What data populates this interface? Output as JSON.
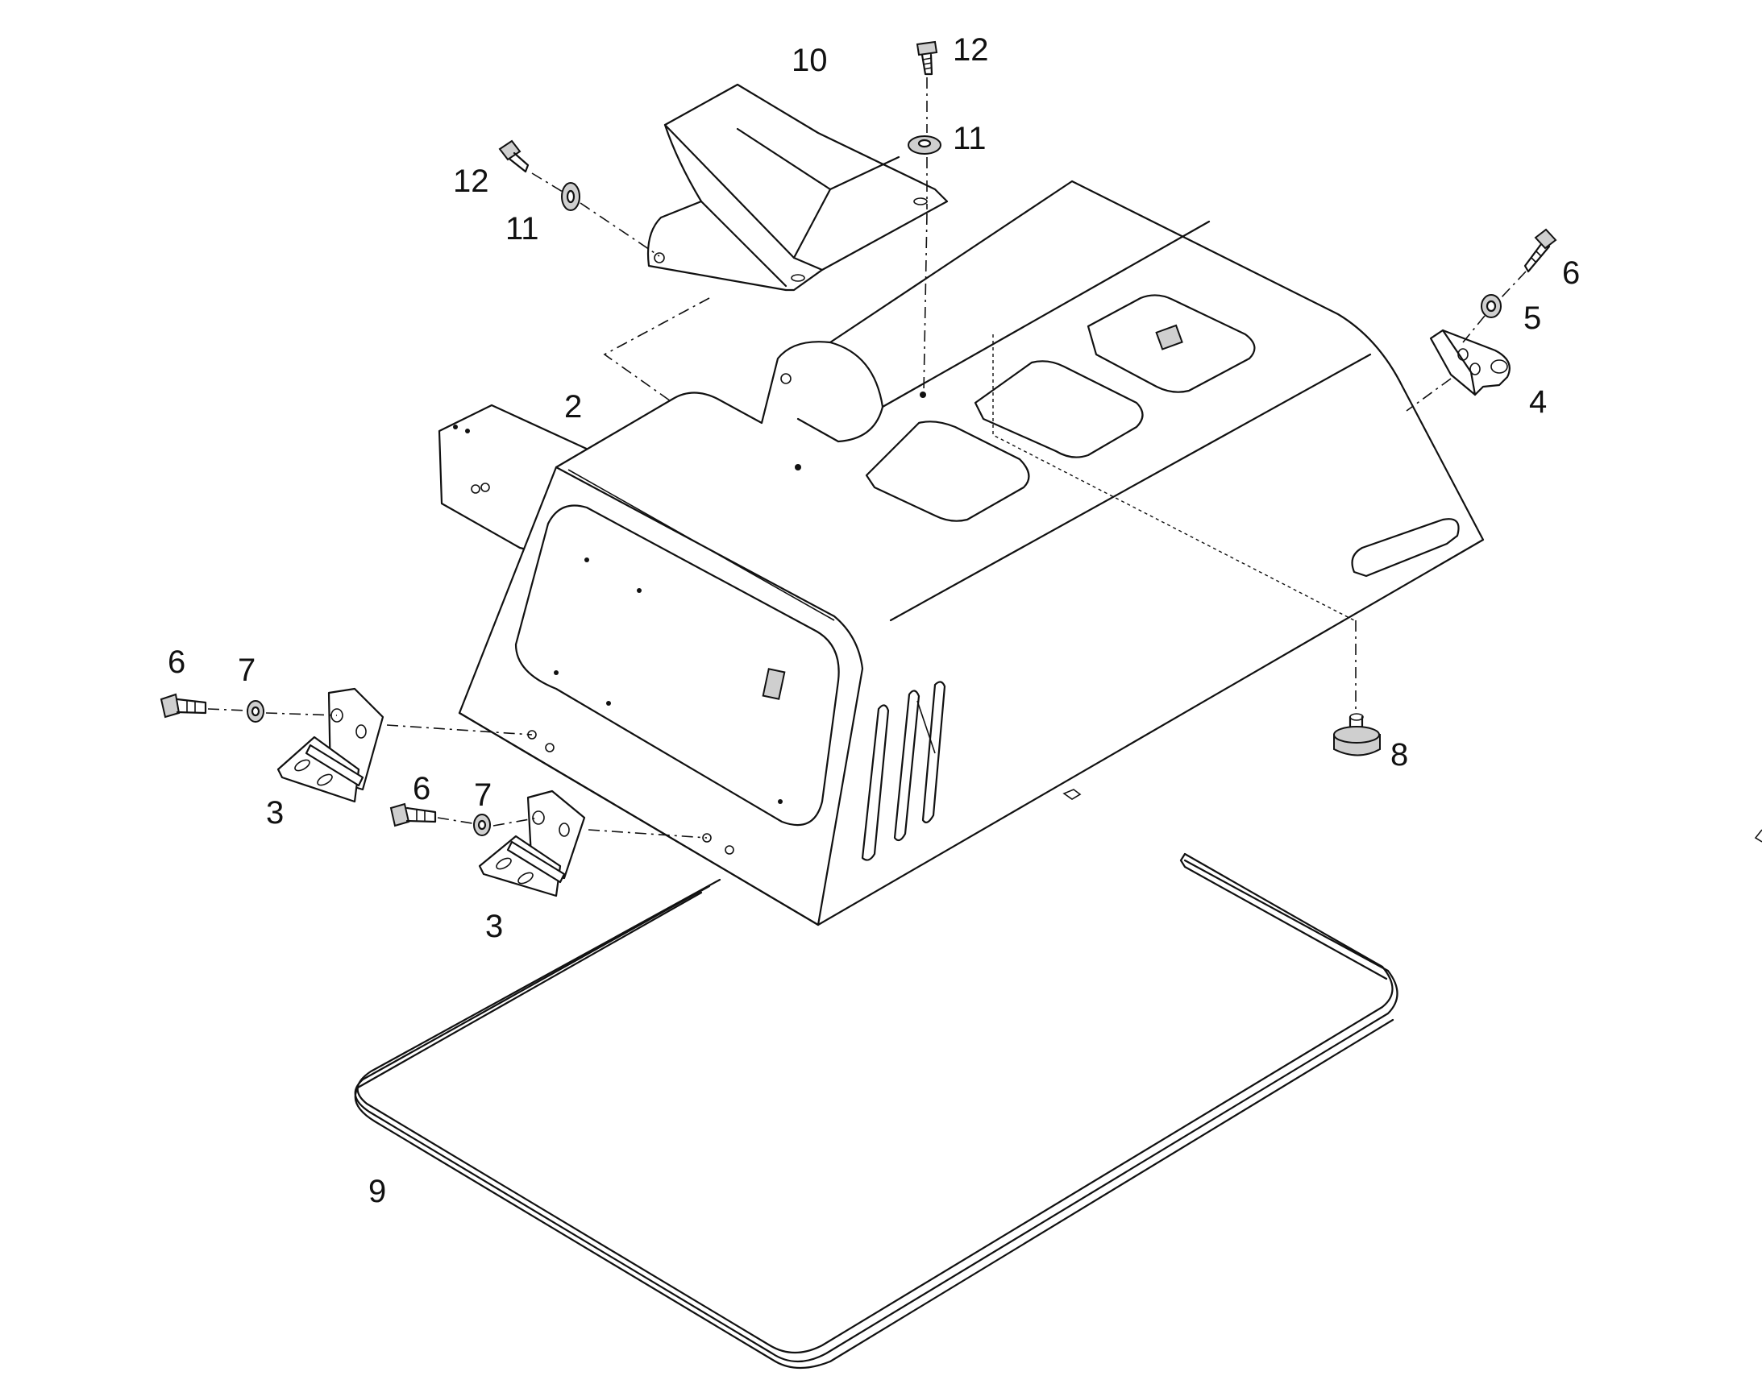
{
  "callouts": [
    {
      "label": "10"
    },
    {
      "label": "12"
    },
    {
      "label": "11"
    },
    {
      "label": "12"
    },
    {
      "label": "11"
    },
    {
      "label": "6"
    },
    {
      "label": "5"
    },
    {
      "label": "4"
    },
    {
      "label": "2"
    },
    {
      "label": "6"
    },
    {
      "label": "7"
    },
    {
      "label": "3"
    },
    {
      "label": "6"
    },
    {
      "label": "7"
    },
    {
      "label": "3"
    },
    {
      "label": "8"
    },
    {
      "label": "9"
    }
  ]
}
